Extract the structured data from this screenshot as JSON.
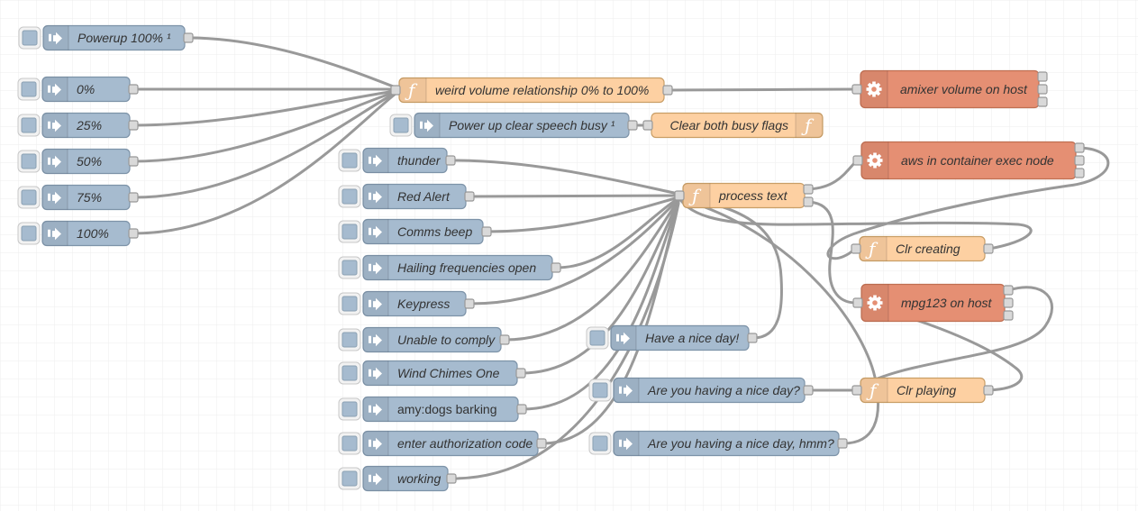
{
  "app": {
    "name": "Node-RED flow editor canvas"
  },
  "colors": {
    "inject": "#a6bbcf",
    "function": "#fdd0a2",
    "exec": "#e58f73",
    "wire": "#999999",
    "port": "#d9d9d9",
    "label": "#333333",
    "grid": "#eeeeee"
  },
  "icons": {
    "inject": "arrow-right-icon",
    "function": "function-f-icon",
    "exec": "gear-icon",
    "f_glyph": "ƒ"
  },
  "flow": {
    "inject_left": [
      "Powerup 100% ¹",
      "0%",
      "25%",
      "50%",
      "75%",
      "100%"
    ],
    "inject_busy": "Power up clear speech busy ¹",
    "inject_middle": [
      "thunder",
      "Red Alert",
      "Comms beep",
      "Hailing frequencies open",
      "Keypress",
      "Unable to comply",
      "Wind Chimes One",
      "amy:dogs barking",
      "enter authorization code",
      "working"
    ],
    "inject_day": [
      "Have a nice day!",
      "Are you having a nice day?",
      "Are you having a nice day, hmm?"
    ],
    "functions": {
      "weird": "weird volume relationship 0% to 100%",
      "clear_busy": "Clear both busy flags",
      "process": "process text",
      "clr_creating": "Clr creating",
      "clr_playing": "Clr playing"
    },
    "exec": {
      "amixer": "amixer volume on host",
      "aws": "aws in container exec node",
      "mpg123": "mpg123 on host"
    }
  }
}
